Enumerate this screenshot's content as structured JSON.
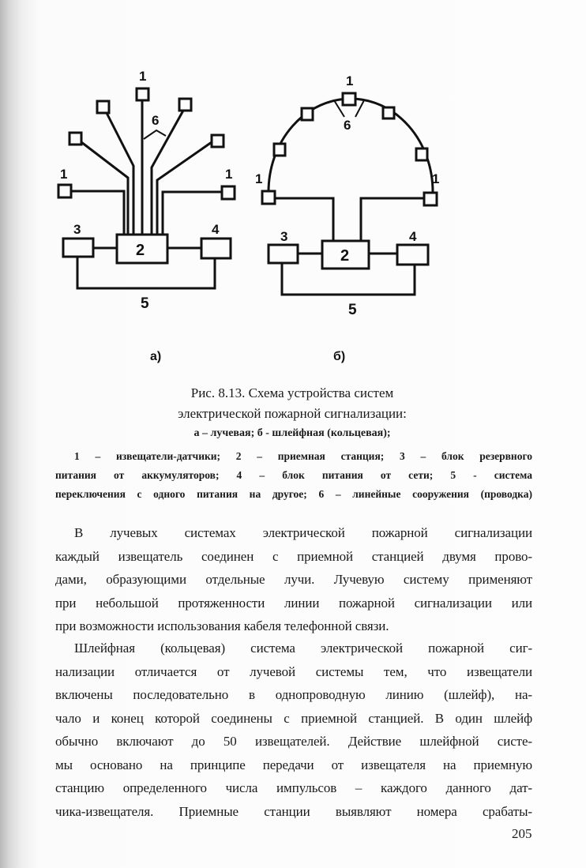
{
  "figure": {
    "panel_a_label": "а)",
    "panel_b_label": "б)",
    "labels": {
      "sensor": "1",
      "station": "2",
      "reserve": "3",
      "mains": "4",
      "switch": "5",
      "wiring": "6"
    }
  },
  "caption": {
    "title_line1": "Рис. 8.13. Схема устройства систем",
    "title_line2": "электрической пожарной сигнализации:",
    "subtitle": "а – лучевая; б - шлейфная (кольцевая);",
    "legend_lines": [
      "1 – извещатели-датчики; 2 – приемная станция; 3 – блок резервного",
      "питания от аккумуляторов; 4 – блок питания от сети; 5 - система",
      "переключения с одного питания на другое; 6 – линейные сооружения (проводка)"
    ]
  },
  "body": {
    "paragraph1": [
      "В лучевых системах электрической пожарной сигнализации",
      "каждый извещатель соединен с приемной станцией двумя прово-",
      "дами, образующими отдельные лучи. Лучевую систему применяют",
      "при небольшой протяженности линии пожарной сигнализации или",
      "при возможности использования кабеля телефонной связи."
    ],
    "paragraph2": [
      "Шлейфная (кольцевая) система электрической пожарной сиг-",
      "нализации отличается от лучевой системы тем, что извещатели",
      "включены последовательно в однопроводную линию (шлейф), на-",
      "чало и конец которой соединены с приемной станцией. В один шлейф",
      "обычно включают до 50 извещателей. Действие шлейфной систе-",
      "мы основано на принципе передачи от извещателя на приемную",
      "станцию определенного числа импульсов – каждого данного дат-",
      "чика-извещателя. Приемные станции выявляют номера срабаты-"
    ]
  },
  "page_number": "205"
}
